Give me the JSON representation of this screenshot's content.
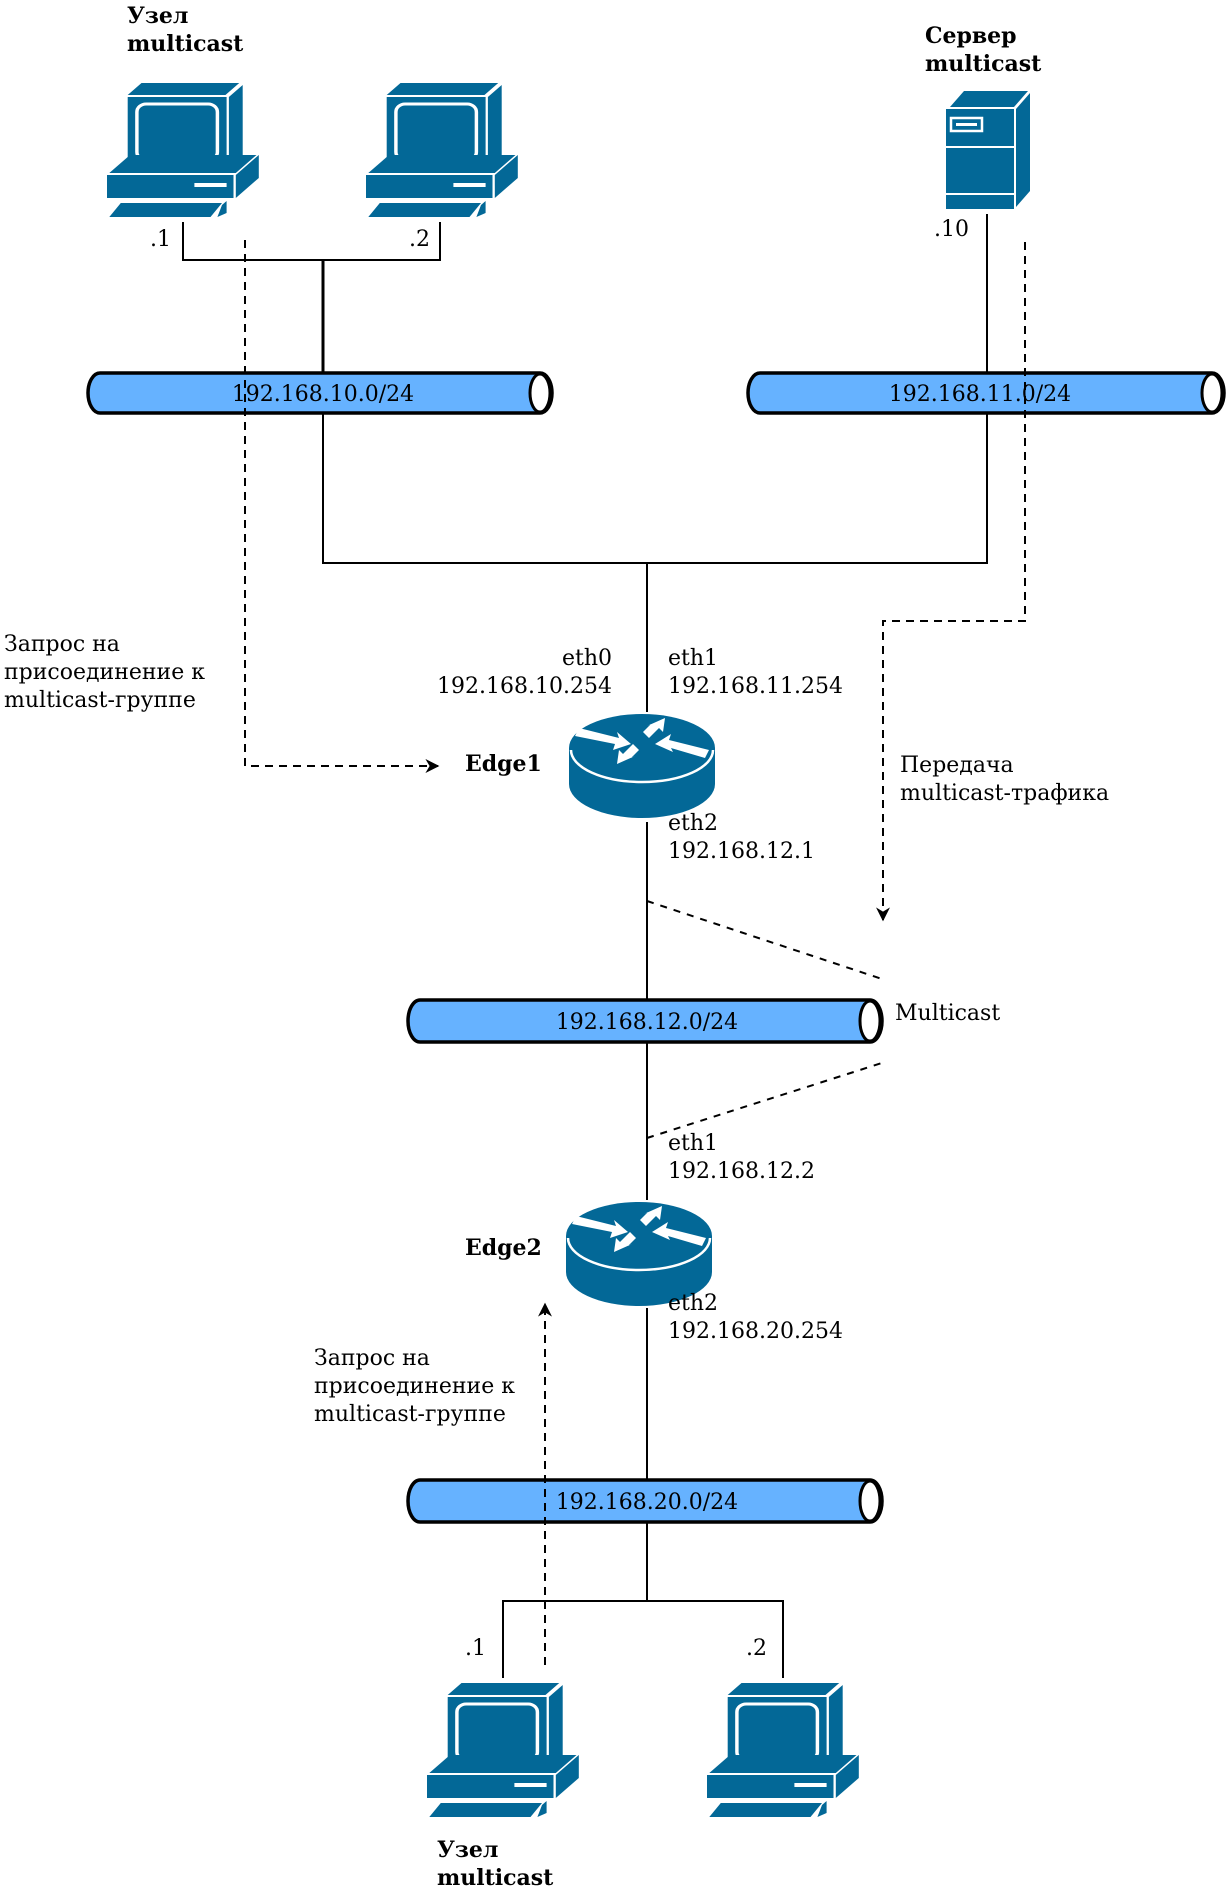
{
  "diagram": {
    "colors": {
      "device": "#036897",
      "pipe_fill": "#66b2ff",
      "line": "#000000"
    },
    "top_hosts_group": {
      "label_line1": "Узел",
      "label_line2": "multicast",
      "hosts": [
        {
          "name": "PC .1",
          "address_suffix": ".1",
          "icon": "workstation-icon"
        },
        {
          "name": "PC .2",
          "address_suffix": ".2",
          "icon": "workstation-icon"
        }
      ]
    },
    "server": {
      "label_line1": "Сервер",
      "label_line2": "multicast",
      "address_suffix": ".10",
      "icon": "server-icon"
    },
    "networks": [
      {
        "id": "net10",
        "label": "192.168.10.0/24"
      },
      {
        "id": "net11",
        "label": "192.168.11.0/24"
      },
      {
        "id": "net12",
        "label": "192.168.12.0/24"
      },
      {
        "id": "net20",
        "label": "192.168.20.0/24"
      }
    ],
    "edge1": {
      "name": "Edge1",
      "icon": "router-icon",
      "interfaces": [
        {
          "name": "eth0",
          "ip": "192.168.10.254"
        },
        {
          "name": "eth1",
          "ip": "192.168.11.254"
        },
        {
          "name": "eth2",
          "ip": "192.168.12.1"
        }
      ]
    },
    "edge2": {
      "name": "Edge2",
      "icon": "router-icon",
      "interfaces": [
        {
          "name": "eth1",
          "ip": "192.168.12.2"
        },
        {
          "name": "eth2",
          "ip": "192.168.20.254"
        }
      ]
    },
    "multicast_zone_label": "Multicast",
    "annotations": {
      "join_request_top": [
        "Запрос на",
        "присоединение к",
        "multicast-группе"
      ],
      "traffic": [
        "Передача",
        "multicast-трафика"
      ],
      "join_request_bottom": [
        "Запрос на",
        "присоединение к",
        "multicast-группе"
      ]
    },
    "bottom_hosts_group": {
      "label_line1": "Узел",
      "label_line2": "multicast",
      "hosts": [
        {
          "name": "PC .1",
          "address_suffix": ".1",
          "icon": "workstation-icon"
        },
        {
          "name": "PC .2",
          "address_suffix": ".2",
          "icon": "workstation-icon"
        }
      ]
    }
  }
}
